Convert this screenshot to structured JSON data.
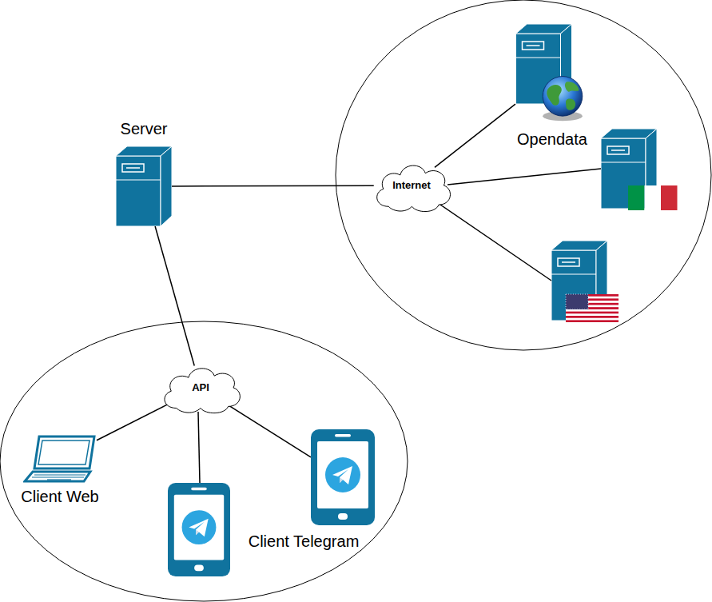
{
  "diagram": {
    "nodes": [
      {
        "text": [
          "Server"
        ]
      },
      {
        "text": [
          "Internet"
        ]
      },
      {
        "text": [
          "Opendata"
        ]
      },
      {
        "text": [
          "API"
        ]
      },
      {
        "text": [
          "Client Web"
        ]
      },
      {
        "text": [
          "Client Telegram"
        ]
      }
    ],
    "edges": [
      {
        "from": 0,
        "to": 1,
        "arrow": "none"
      },
      {
        "from": 1,
        "to": 2,
        "arrow": "none"
      },
      {
        "from": 0,
        "to": 3,
        "arrow": "none"
      },
      {
        "from": 3,
        "to": 4,
        "arrow": "none"
      },
      {
        "from": 3,
        "to": 5,
        "arrow": "none"
      }
    ]
  }
}
